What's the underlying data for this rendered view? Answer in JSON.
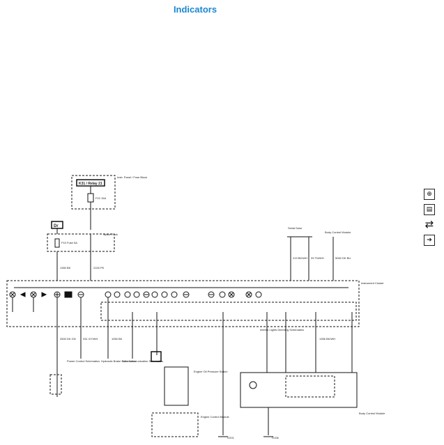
{
  "page": {
    "title": "Indicators"
  },
  "diagram": {
    "ipc_block": {
      "label": "Instr. Panel / Fuse Block",
      "relay_tag": "K31 / Relay 21",
      "fuse_text": "F10 15A"
    },
    "ipc_connector": {
      "tag": "Dr"
    },
    "fuse_small": {
      "label": "F10 Fuse 5A"
    },
    "cluster": {
      "label": "Instrument Cluster"
    },
    "splice_left": {
      "label": "Splice Pack"
    },
    "bcm_ref": {
      "label": "Body Control Module"
    },
    "bus": {
      "label": "Serial Data"
    },
    "dimming": {
      "label": "Interior Lights Dimming Schematics"
    },
    "engine_switch": {
      "label": "Engine Oil Pressure Switch"
    },
    "ecm": {
      "label": "Engine Control Module"
    },
    "bcm_module": {
      "label": "Body Control Module"
    },
    "schematic_refs": [
      {
        "label": "Power Control Schematics"
      },
      {
        "label": "Hydraulic Brake Schematics"
      },
      {
        "label": "Data Communication Schematics"
      }
    ],
    "wires": [
      {
        "label": "1350 BK"
      },
      {
        "label": "2100 PK"
      },
      {
        "label": "219 BK/WH"
      },
      {
        "label": "33 TN/WH"
      },
      {
        "label": "5062 DK BU"
      },
      {
        "label": "2500 DK GN"
      },
      {
        "label": "331 GY/WH"
      },
      {
        "label": "1050 BK"
      },
      {
        "label": "1356 BK/WH"
      }
    ],
    "grounds": [
      {
        "label": "G201"
      },
      {
        "label": "G106"
      }
    ]
  },
  "side_tools": [
    {
      "icon": "zoom-in-icon",
      "glyph": "⊕"
    },
    {
      "icon": "print-icon",
      "glyph": "▤"
    },
    {
      "icon": "route-icon",
      "glyph": "⇄"
    },
    {
      "icon": "next-arrow-icon",
      "glyph": "➔"
    }
  ]
}
